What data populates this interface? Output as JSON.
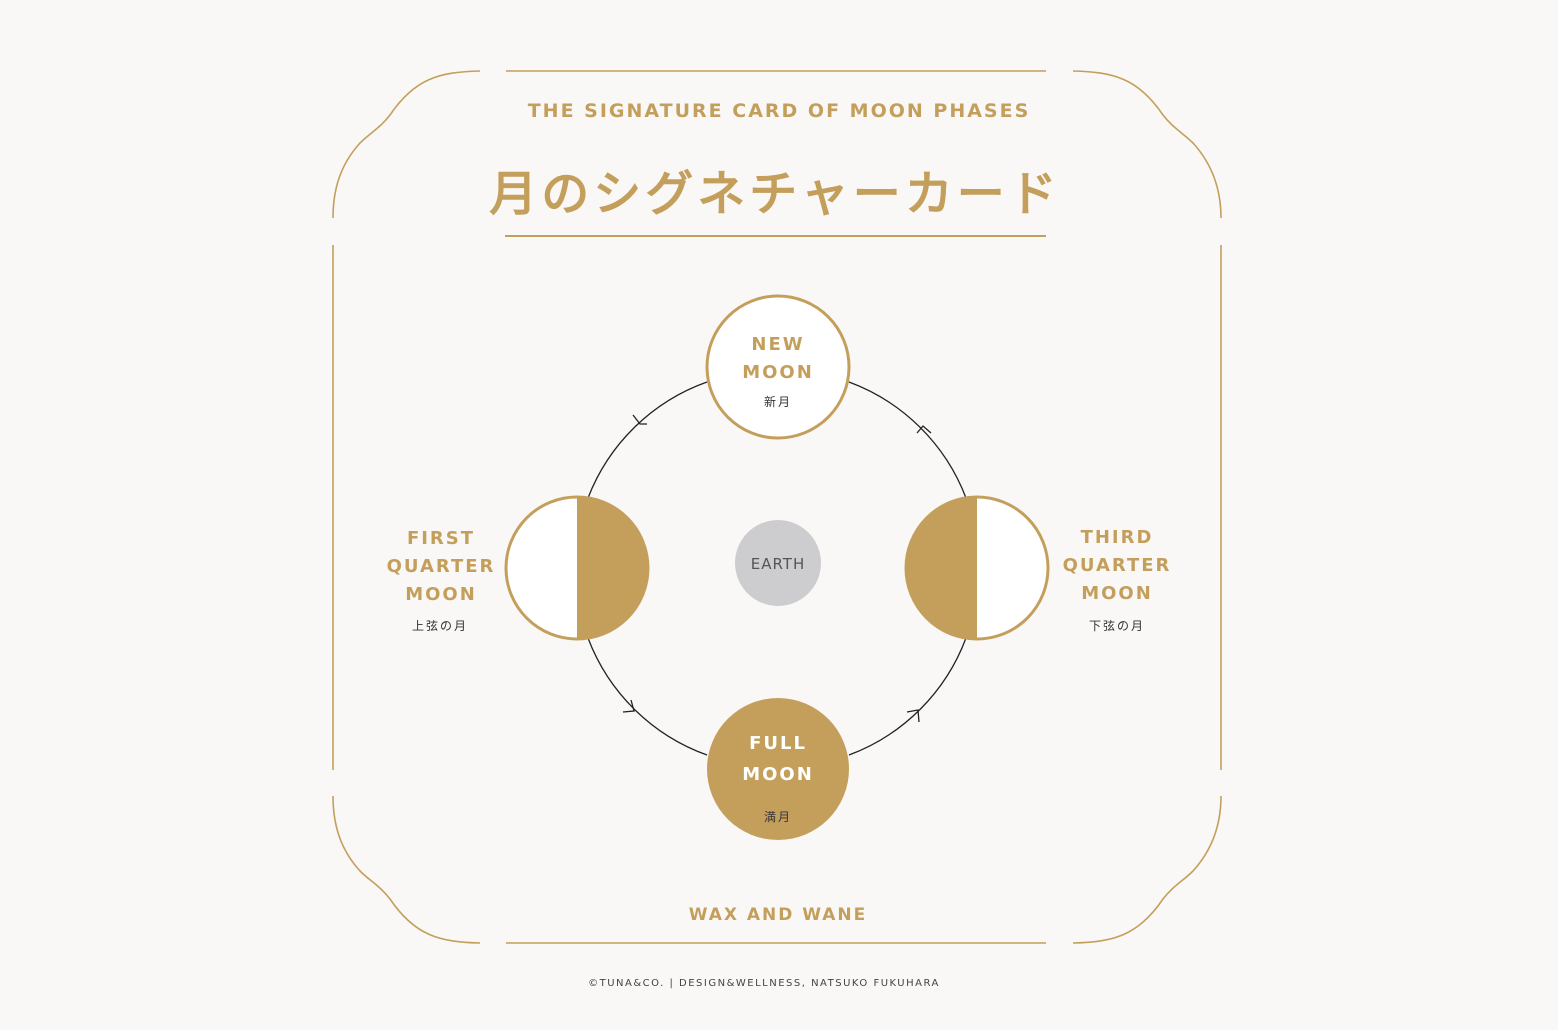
{
  "header": {
    "subtitle": "THE SIGNATURE CARD OF MOON PHASES",
    "title": "月のシグネチャーカード"
  },
  "diagram": {
    "center": {
      "label": "EARTH"
    },
    "phases": {
      "new_moon": {
        "line1": "NEW",
        "line2": "MOON",
        "jp": "新月"
      },
      "first_quarter": {
        "line1": "FIRST",
        "line2": "QUARTER",
        "line3": "MOON",
        "jp": "上弦の月"
      },
      "full_moon": {
        "line1": "FULL",
        "line2": "MOON",
        "jp": "満月"
      },
      "third_quarter": {
        "line1": "THIRD",
        "line2": "QUARTER",
        "line3": "MOON",
        "jp": "下弦の月"
      }
    }
  },
  "footer": {
    "tagline": "WAX AND WANE",
    "credit": "©TUNA&CO. | DESIGN&WELLNESS,  NATSUKO FUKUHARA"
  },
  "colors": {
    "gold": "#c49f5c",
    "background": "#f9f8f6",
    "earth": "#cdcdd0",
    "orbit": "#222222"
  }
}
